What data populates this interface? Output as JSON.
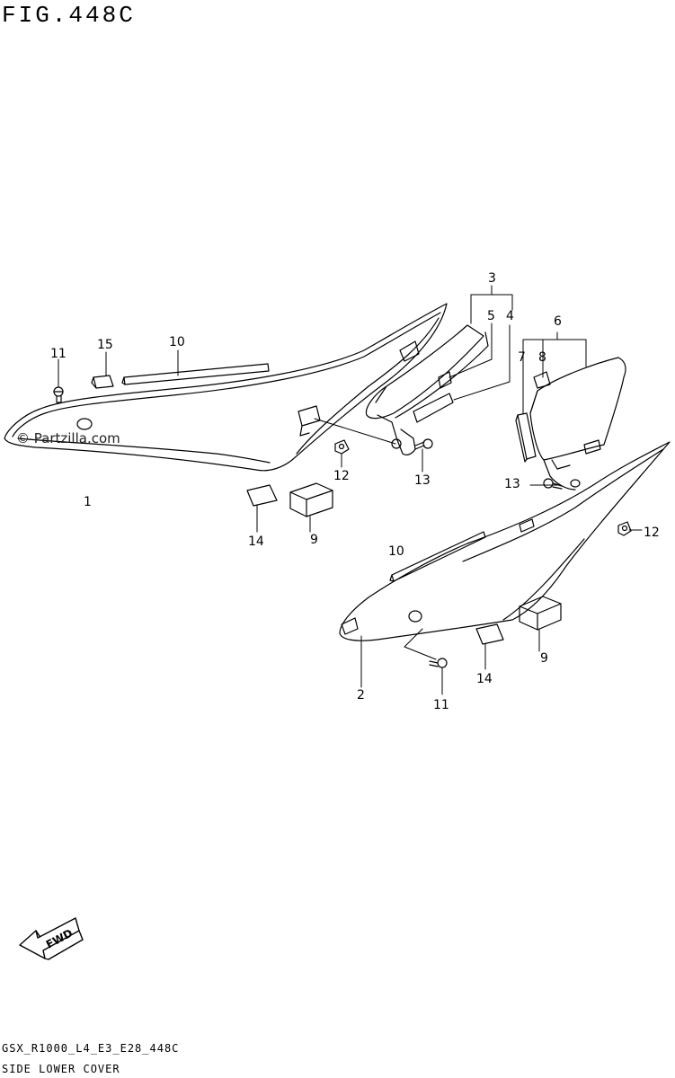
{
  "figure": {
    "title": "FIG.448C",
    "code": "GSX_R1000_L4_E3_E28_448C",
    "name": "SIDE LOWER COVER",
    "watermark": "© Partzilla.com",
    "fwd_label": "FWD"
  },
  "callouts": {
    "c1": "1",
    "c2": "2",
    "c3": "3",
    "c4": "4",
    "c5": "5",
    "c6": "6",
    "c7": "7",
    "c8": "8",
    "c9a": "9",
    "c9b": "9",
    "c10a": "10",
    "c10b": "10",
    "c11a": "11",
    "c11b": "11",
    "c12a": "12",
    "c12b": "12",
    "c13a": "13",
    "c13b": "13",
    "c14a": "14",
    "c14b": "14",
    "c15": "15"
  },
  "colors": {
    "line": "#000000",
    "background": "#ffffff"
  }
}
